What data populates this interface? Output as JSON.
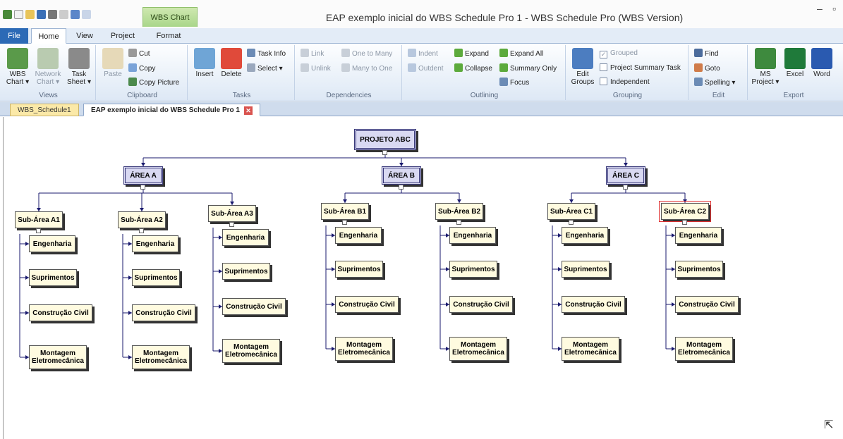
{
  "window": {
    "title": "EAP exemplo inicial do WBS Schedule Pro 1 - WBS Schedule Pro (WBS Version)",
    "context_tab": "WBS Chart",
    "minimize": "–",
    "restore": "▫"
  },
  "ribbon_tabs": [
    "File",
    "Home",
    "View",
    "Project",
    "Format"
  ],
  "ribbon": {
    "views": {
      "label": "Views",
      "wbs_chart": "WBS Chart ▾",
      "network_chart": "Network Chart ▾",
      "task_sheet": "Task Sheet ▾"
    },
    "clipboard": {
      "label": "Clipboard",
      "paste": "Paste",
      "cut": "Cut",
      "copy": "Copy",
      "copy_picture": "Copy Picture"
    },
    "tasks": {
      "label": "Tasks",
      "insert": "Insert",
      "delete": "Delete",
      "task_info": "Task Info",
      "select": "Select ▾"
    },
    "dependencies": {
      "label": "Dependencies",
      "link": "Link",
      "unlink": "Unlink",
      "one_to_many": "One to Many",
      "many_to_one": "Many to One"
    },
    "outlining": {
      "label": "Outlining",
      "indent": "Indent",
      "outdent": "Outdent",
      "expand": "Expand",
      "collapse": "Collapse",
      "expand_all": "Expand All",
      "summary_only": "Summary Only",
      "focus": "Focus"
    },
    "grouping": {
      "label": "Grouping",
      "edit_groups": "Edit Groups",
      "grouped": "Grouped",
      "project_summary_task": "Project Summary Task",
      "independent": "Independent"
    },
    "edit": {
      "label": "Edit",
      "find": "Find",
      "goto": "Goto",
      "spelling": "Spelling ▾"
    },
    "export": {
      "label": "Export",
      "ms_project": "MS Project ▾",
      "excel": "Excel",
      "word": "Word"
    }
  },
  "doc_tabs": [
    "WBS_Schedule1",
    "EAP exemplo inicial do WBS Schedule Pro 1"
  ],
  "wbs": {
    "root": "PROJETO ABC",
    "areas": [
      "ÁREA A",
      "ÁREA B",
      "ÁREA C"
    ],
    "subareas": [
      "Sub-Área A1",
      "Sub-Área A2",
      "Sub-Área A3",
      "Sub-Área B1",
      "Sub-Área B2",
      "Sub-Área C1",
      "Sub-Área C2"
    ],
    "leaf_tasks": [
      "Engenharia",
      "Suprimentos",
      "Construção Civil",
      "Montagem Eletromecânica"
    ],
    "selected": "Sub-Área C2"
  },
  "colors": {
    "accent": "#2c6ab6",
    "node_summary": "#d9d9f2",
    "node_task": "#fffbe0",
    "selection": "#e03030",
    "connector": "#1a1a6e"
  }
}
